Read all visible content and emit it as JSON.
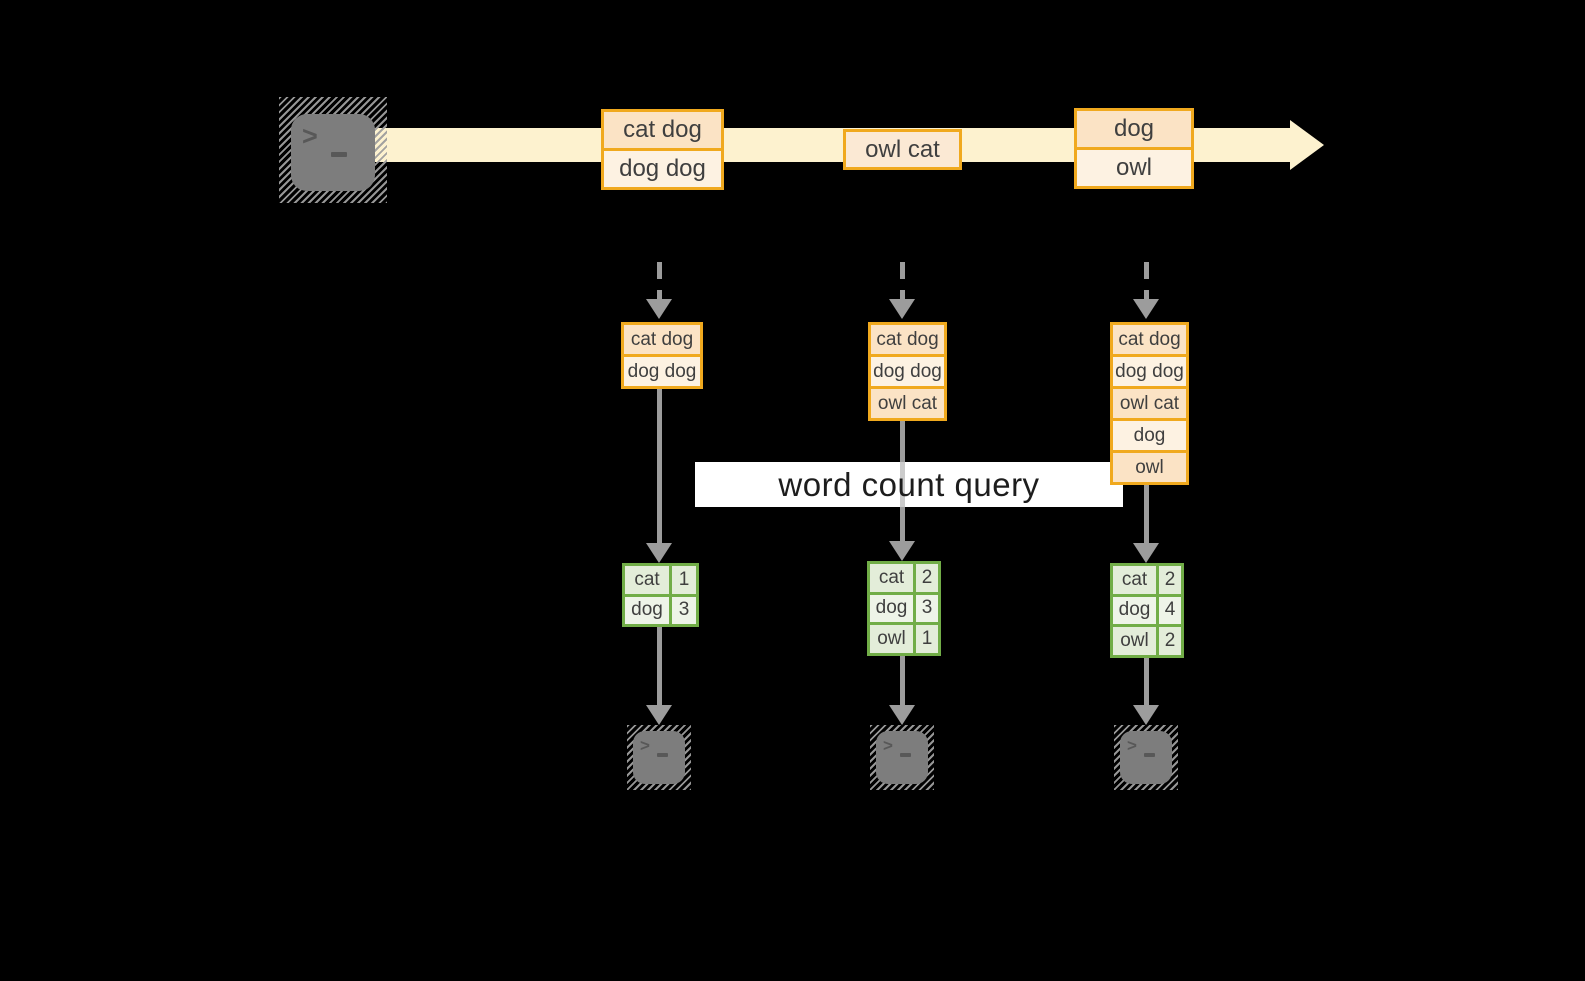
{
  "diagram": {
    "title": "word count query",
    "stream_events": [
      {
        "rows": [
          "cat dog",
          "dog dog"
        ]
      },
      {
        "rows": [
          "owl cat"
        ]
      },
      {
        "rows": [
          "dog",
          "owl"
        ]
      }
    ],
    "workers": [
      {
        "buffer": [
          "cat dog",
          "dog dog"
        ],
        "counts": [
          {
            "word": "cat",
            "count": "1"
          },
          {
            "word": "dog",
            "count": "3"
          }
        ]
      },
      {
        "buffer": [
          "cat dog",
          "dog dog",
          "owl cat"
        ],
        "counts": [
          {
            "word": "cat",
            "count": "2"
          },
          {
            "word": "dog",
            "count": "3"
          },
          {
            "word": "owl",
            "count": "1"
          }
        ]
      },
      {
        "buffer": [
          "cat dog",
          "dog dog",
          "owl cat",
          "dog",
          "owl"
        ],
        "counts": [
          {
            "word": "cat",
            "count": "2"
          },
          {
            "word": "dog",
            "count": "4"
          },
          {
            "word": "owl",
            "count": "2"
          }
        ]
      }
    ],
    "icons": {
      "terminal_prompt_chevron": ">"
    },
    "colors": {
      "band": "#fdf2cf",
      "orange": "#f0a91e",
      "peach": "#fbe3c5",
      "cream": "#fdf2e2",
      "owlcat": "#fbe9d4",
      "green": "#71ad47",
      "gdark": "#e3edd9",
      "glight": "#eef4e8",
      "gray": "#9c9c9c",
      "term": "#7d7d7d",
      "glyph": "#585858",
      "txt": "#3f3f3f",
      "title_text": "#1d1d1d",
      "stripe": "#cbcbcb"
    }
  }
}
